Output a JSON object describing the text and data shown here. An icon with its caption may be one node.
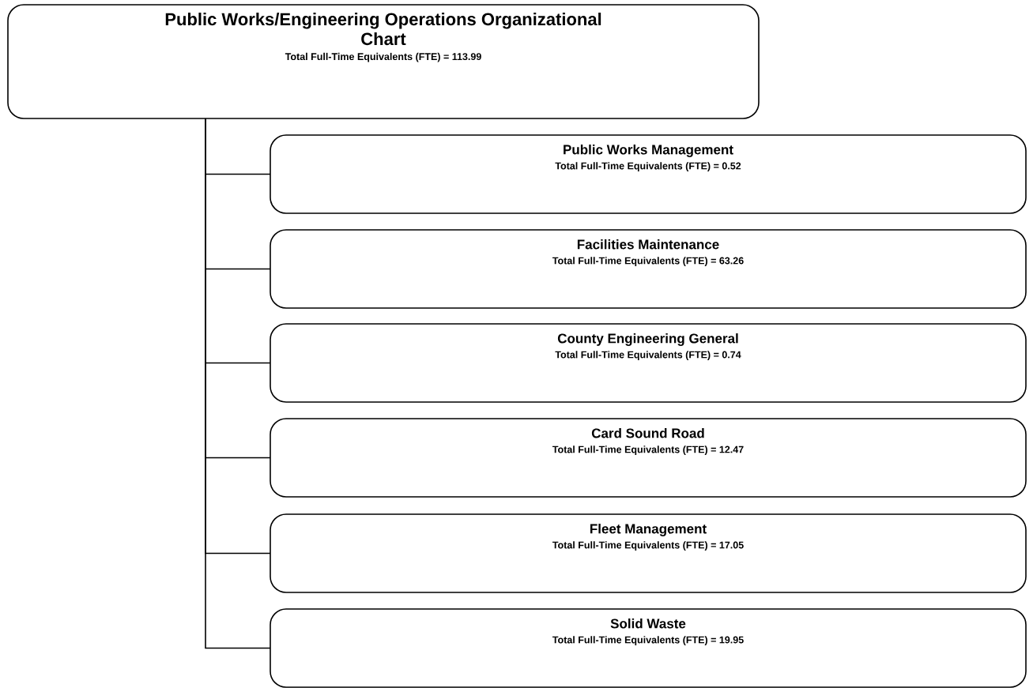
{
  "diagram": {
    "nodes": [
      {
        "text": [
          "Public Works/Engineering Operations Organizational Chart",
          "Total Full-Time Equivalents (FTE) =  113.99"
        ]
      },
      {
        "text": [
          "Public Works Management",
          "Total Full-Time Equivalents (FTE) =  0.52"
        ]
      },
      {
        "text": [
          "Facilities Maintenance",
          "Total Full-Time Equivalents (FTE) =  63.26"
        ]
      },
      {
        "text": [
          "County Engineering General",
          "Total Full-Time Equivalents (FTE) =  0.74"
        ]
      },
      {
        "text": [
          "Card Sound Road",
          "Total Full-Time Equivalents (FTE) =  12.47"
        ]
      },
      {
        "text": [
          "Fleet Management",
          "Total Full-Time Equivalents (FTE) =  17.05"
        ]
      },
      {
        "text": [
          "Solid Waste",
          "Total Full-Time Equivalents (FTE) =  19.95"
        ]
      }
    ],
    "edges": [
      {
        "from": 0,
        "to": 1,
        "arrow": "none"
      },
      {
        "from": 0,
        "to": 2,
        "arrow": "none"
      },
      {
        "from": 0,
        "to": 3,
        "arrow": "none"
      },
      {
        "from": 0,
        "to": 4,
        "arrow": "none"
      },
      {
        "from": 0,
        "to": 5,
        "arrow": "none"
      },
      {
        "from": 0,
        "to": 6,
        "arrow": "none"
      }
    ]
  }
}
